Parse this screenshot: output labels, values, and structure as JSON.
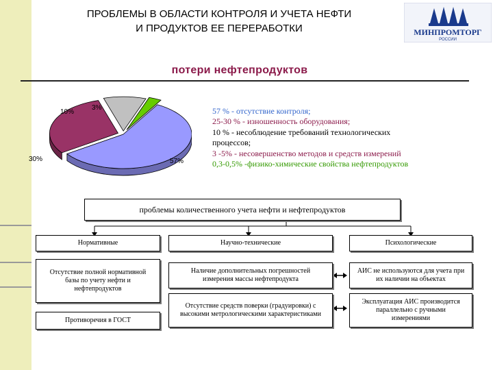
{
  "title_line1": "ПРОБЛЕМЫ  В ОБЛАСТИ КОНТРОЛЯ  И  УЧЕТА НЕФТИ",
  "title_line2": "И  ПРОДУКТОВ ЕЕ ПЕРЕРАБОТКИ",
  "logo": {
    "name": "МИНПРОМТОРГ",
    "sub": "РОССИИ",
    "color": "#1a3a8c"
  },
  "subtitle": "потери нефтепродуктов",
  "chart_data": {
    "type": "pie",
    "values": [
      57,
      30,
      10,
      3
    ],
    "labels": [
      "57%",
      "30%",
      "10%",
      "3%"
    ],
    "colors": [
      "#9999ff",
      "#993366",
      "#c0c0c0",
      "#66cc00"
    ]
  },
  "causes": [
    {
      "text": "57 % - отсутствие контроля;",
      "color": "#3366cc"
    },
    {
      "text": "25-30 % - изношенность оборудования;",
      "color": "#8b1a4a"
    },
    {
      "text": "10 % - несоблюдение требований технологических",
      "color": "#000000"
    },
    {
      "text": "процессов;",
      "color": "#000000"
    },
    {
      "text": "3 -5% - несовершенство методов и средств измерений",
      "color": "#8b1a4a"
    },
    {
      "text": "0,3-0,5% -физико-химические свойства нефтепродуктов",
      "color": "#339900"
    }
  ],
  "main_box": "проблемы количественного учета нефти и нефтепродуктов",
  "categories": {
    "normative": "Нормативные",
    "technical": "Научно-технические",
    "psychological": "Психологические"
  },
  "normative_items": [
    "Отсутствие полной нормативной базы по учету нефти и нефтепродуктов",
    "Противоречия в ГОСТ"
  ],
  "technical_items": [
    "Наличие дополнительных погрешностей измерения массы нефтепродукта",
    "Отсутствие средств поверки (градуировки) с высокими метрологическими характеристиками"
  ],
  "psychological_items": [
    "АИС не используются для учета при их наличии на объектах",
    "Эксплуатация АИС производится параллельно с ручными измерениями"
  ]
}
